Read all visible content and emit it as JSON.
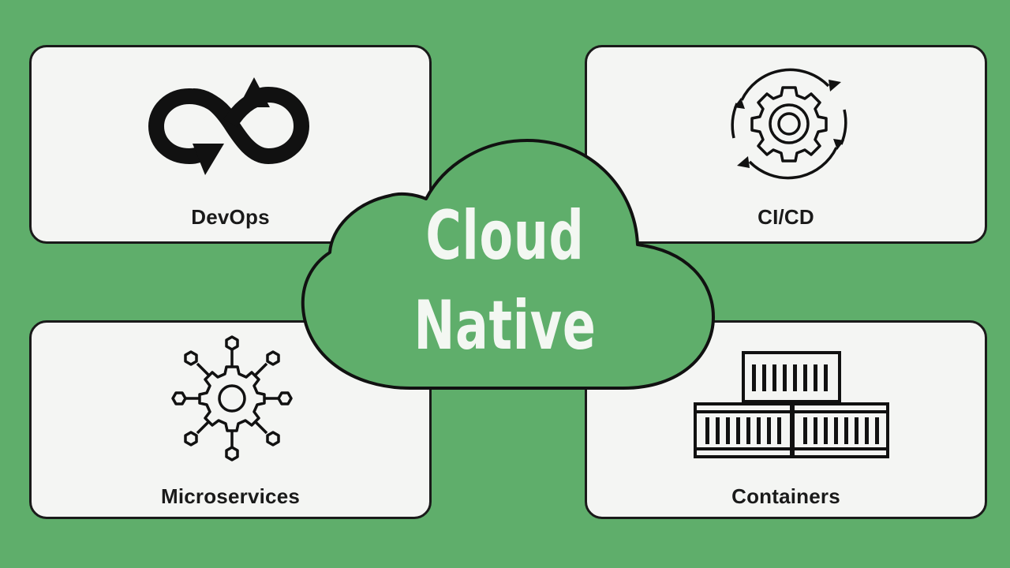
{
  "title": {
    "line1": "Cloud",
    "line2": "Native"
  },
  "cards": [
    {
      "label": "DevOps",
      "icon": "infinity-arrows-icon"
    },
    {
      "label": "CI/CD",
      "icon": "gear-cycle-icon"
    },
    {
      "label": "Microservices",
      "icon": "gear-network-icon"
    },
    {
      "label": "Containers",
      "icon": "stacked-containers-icon"
    }
  ],
  "colors": {
    "background": "#5fae6b",
    "card": "#f4f5f3",
    "outline": "#1a1a1a",
    "title_text": "#f3f7f2"
  }
}
